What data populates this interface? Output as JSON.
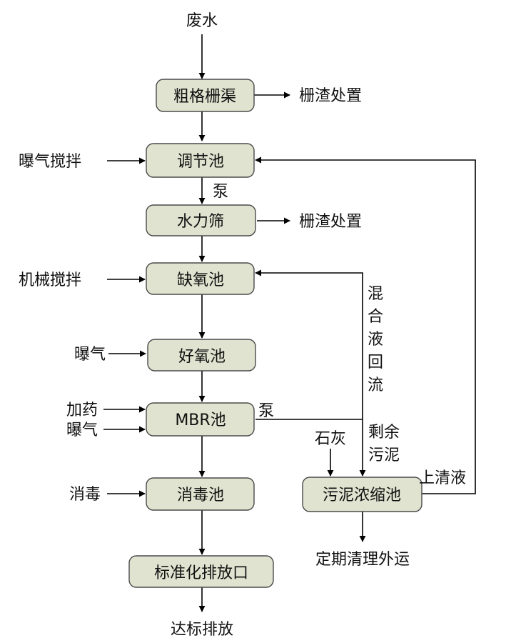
{
  "diagram": {
    "colors": {
      "node_fill": "#dfe3cf",
      "node_stroke": "#4a4a4a",
      "line": "#000000"
    },
    "nodes": {
      "coarse_screen": "粗格栅渠",
      "equalization": "调节池",
      "hydraulic_screen": "水力筛",
      "anoxic": "缺氧池",
      "aerobic": "好氧池",
      "mbr": "MBR池",
      "disinfection": "消毒池",
      "outlet": "标准化排放口",
      "sludge_thickener": "污泥浓缩池"
    },
    "labels": {
      "wastewater": "废水",
      "screenings_1": "栅渣处置",
      "aeration_stirring": "曝气搅拌",
      "pump_1": "泵",
      "screenings_2": "栅渣处置",
      "mechanical_stirring": "机械搅拌",
      "aeration_1": "曝气",
      "dosing": "加药",
      "aeration_2": "曝气",
      "pump_2": "泵",
      "disinfect": "消毒",
      "discharge": "达标排放",
      "mixed_liquor_return": [
        "混",
        "合",
        "液",
        "回",
        "流"
      ],
      "excess_sludge": [
        "剩余",
        "污泥"
      ],
      "lime": "石灰",
      "supernatant": "上清液",
      "periodic_cleanup": "定期清理外运"
    }
  }
}
